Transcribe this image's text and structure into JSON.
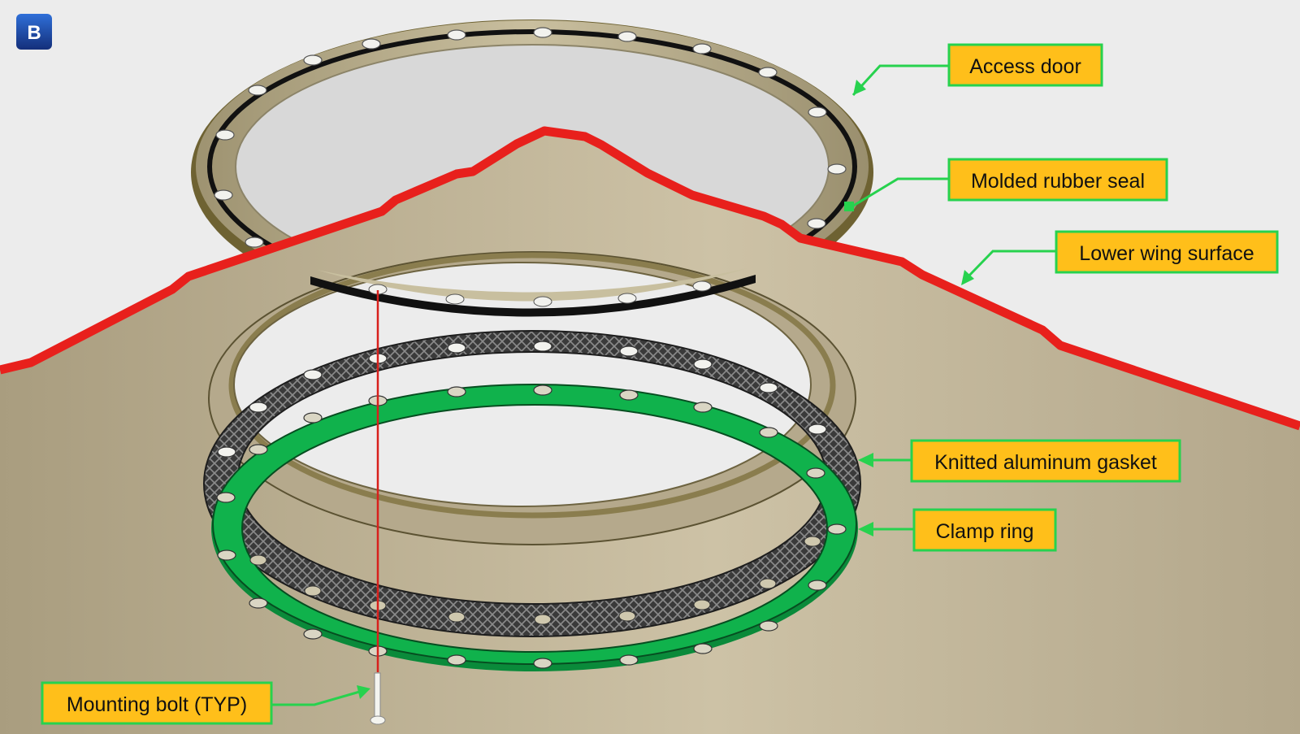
{
  "badge": {
    "letter": "B"
  },
  "labels": {
    "access_door": "Access door",
    "molded_rubber_seal": "Molded rubber seal",
    "lower_wing_surface": "Lower wing surface",
    "knitted_aluminum_gasket": "Knitted aluminum gasket",
    "clamp_ring": "Clamp ring",
    "mounting_bolt": "Mounting bolt (TYP)"
  },
  "colors": {
    "background": "#ececec",
    "wing_skin": "#c0b49a",
    "wing_edge": "#e8201c",
    "label_fill": "#ffbf1a",
    "label_border": "#27d24e",
    "leader": "#27d24e",
    "clamp_ring": "#0db04b",
    "gasket": "#3a3a3a",
    "door_frame": "#b2a888",
    "badge": "#1d4fa8"
  }
}
